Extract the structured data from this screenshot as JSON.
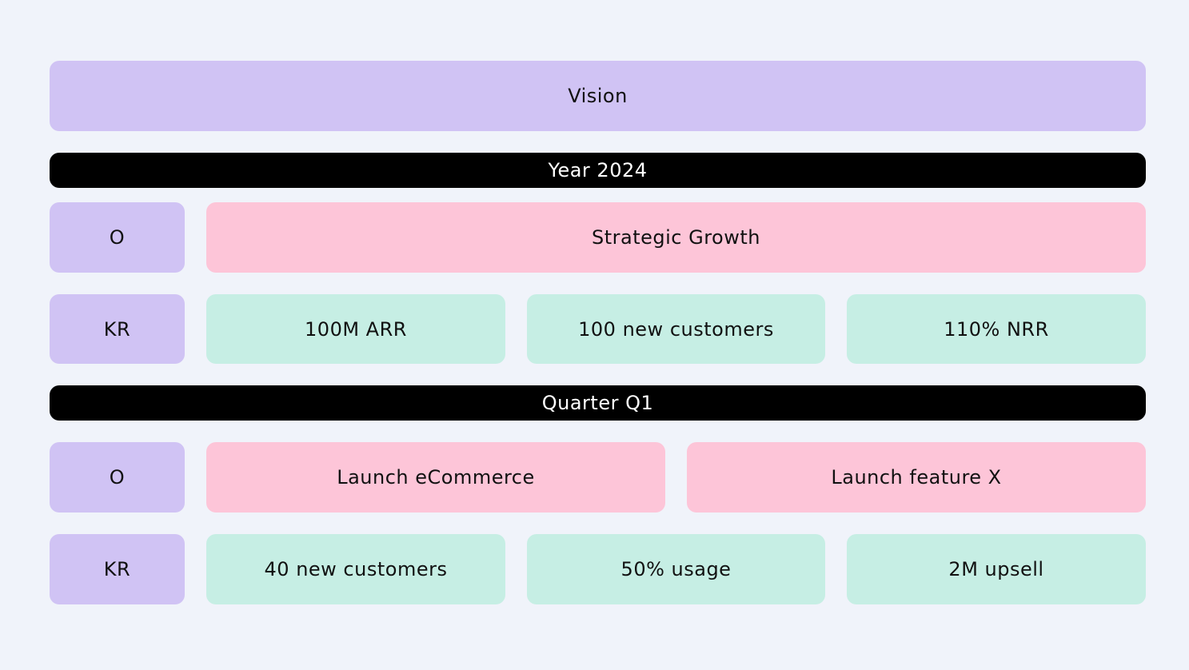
{
  "vision": "Vision",
  "year": {
    "label": "Year 2024",
    "objective_tag": "O",
    "objective": "Strategic Growth",
    "kr_tag": "KR",
    "key_results": [
      "100M ARR",
      "100 new customers",
      "110% NRR"
    ]
  },
  "quarter": {
    "label": "Quarter Q1",
    "objective_tag": "O",
    "objectives": [
      "Launch eCommerce",
      "Launch feature X"
    ],
    "kr_tag": "KR",
    "key_results": [
      "40 new customers",
      "50% usage",
      "2M upsell"
    ]
  },
  "colors": {
    "background": "#f0f3fa",
    "vision": "#d0c3f4",
    "tag": "#d0c3f4",
    "objective": "#fdc5d8",
    "key_result": "#c6eee4",
    "period_bar": "#000000"
  }
}
